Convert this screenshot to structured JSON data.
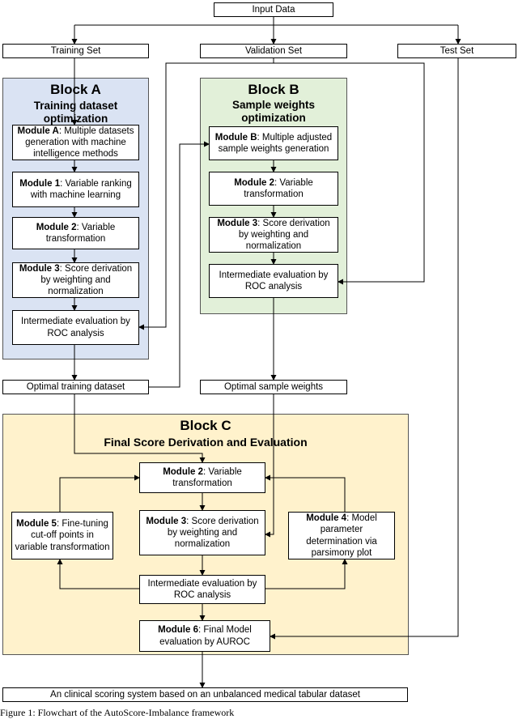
{
  "diagram": {
    "input": "Input Data",
    "splits": {
      "training": "Training Set",
      "validation": "Validation Set",
      "test": "Test Set"
    },
    "block_a": {
      "title": "Block A",
      "subtitle": "Training dataset optimization",
      "module_a": {
        "name": "Module A",
        "text": ": Multiple datasets generation with machine intelligence methods"
      },
      "module_1": {
        "name": "Module 1",
        "text": ": Variable ranking with machine learning"
      },
      "module_2": {
        "name": "Module 2",
        "text": ": Variable transformation"
      },
      "module_3": {
        "name": "Module 3",
        "text": ": Score derivation by weighting and normalization"
      },
      "evaluation": "Intermediate evaluation by ROC analysis"
    },
    "block_b": {
      "title": "Block B",
      "subtitle": "Sample weights optimization",
      "module_b": {
        "name": "Module B",
        "text": ": Multiple adjusted sample weights generation"
      },
      "module_2": {
        "name": "Module 2",
        "text": ": Variable transformation"
      },
      "module_3": {
        "name": "Module 3",
        "text": ": Score derivation by weighting and normalization"
      },
      "evaluation": "Intermediate evaluation by ROC analysis"
    },
    "optimal_training": "Optimal training dataset",
    "optimal_weights": "Optimal sample weights",
    "block_c": {
      "title": "Block C",
      "subtitle": "Final Score Derivation and Evaluation",
      "module_2": {
        "name": "Module 2",
        "text": ": Variable transformation"
      },
      "module_3": {
        "name": "Module 3",
        "text": ": Score derivation by weighting and normalization"
      },
      "module_4": {
        "name": "Module 4",
        "text": ": Model parameter determination via parsimony plot"
      },
      "module_5": {
        "name": "Module 5",
        "text": ": Fine-tuning cut-off points in variable transformation"
      },
      "evaluation": "Intermediate evaluation by ROC analysis",
      "module_6": {
        "name": "Module 6",
        "text": ": Final Model evaluation by AUROC"
      }
    },
    "output": "An clinical scoring system based on an unbalanced medical tabular dataset"
  },
  "caption": "Figure 1: Flowchart of the AutoScore-Imbalance framework",
  "colors": {
    "block_a": "#dae3f3",
    "block_b": "#e2f0d9",
    "block_c": "#fff2cc",
    "line": "#000000"
  }
}
